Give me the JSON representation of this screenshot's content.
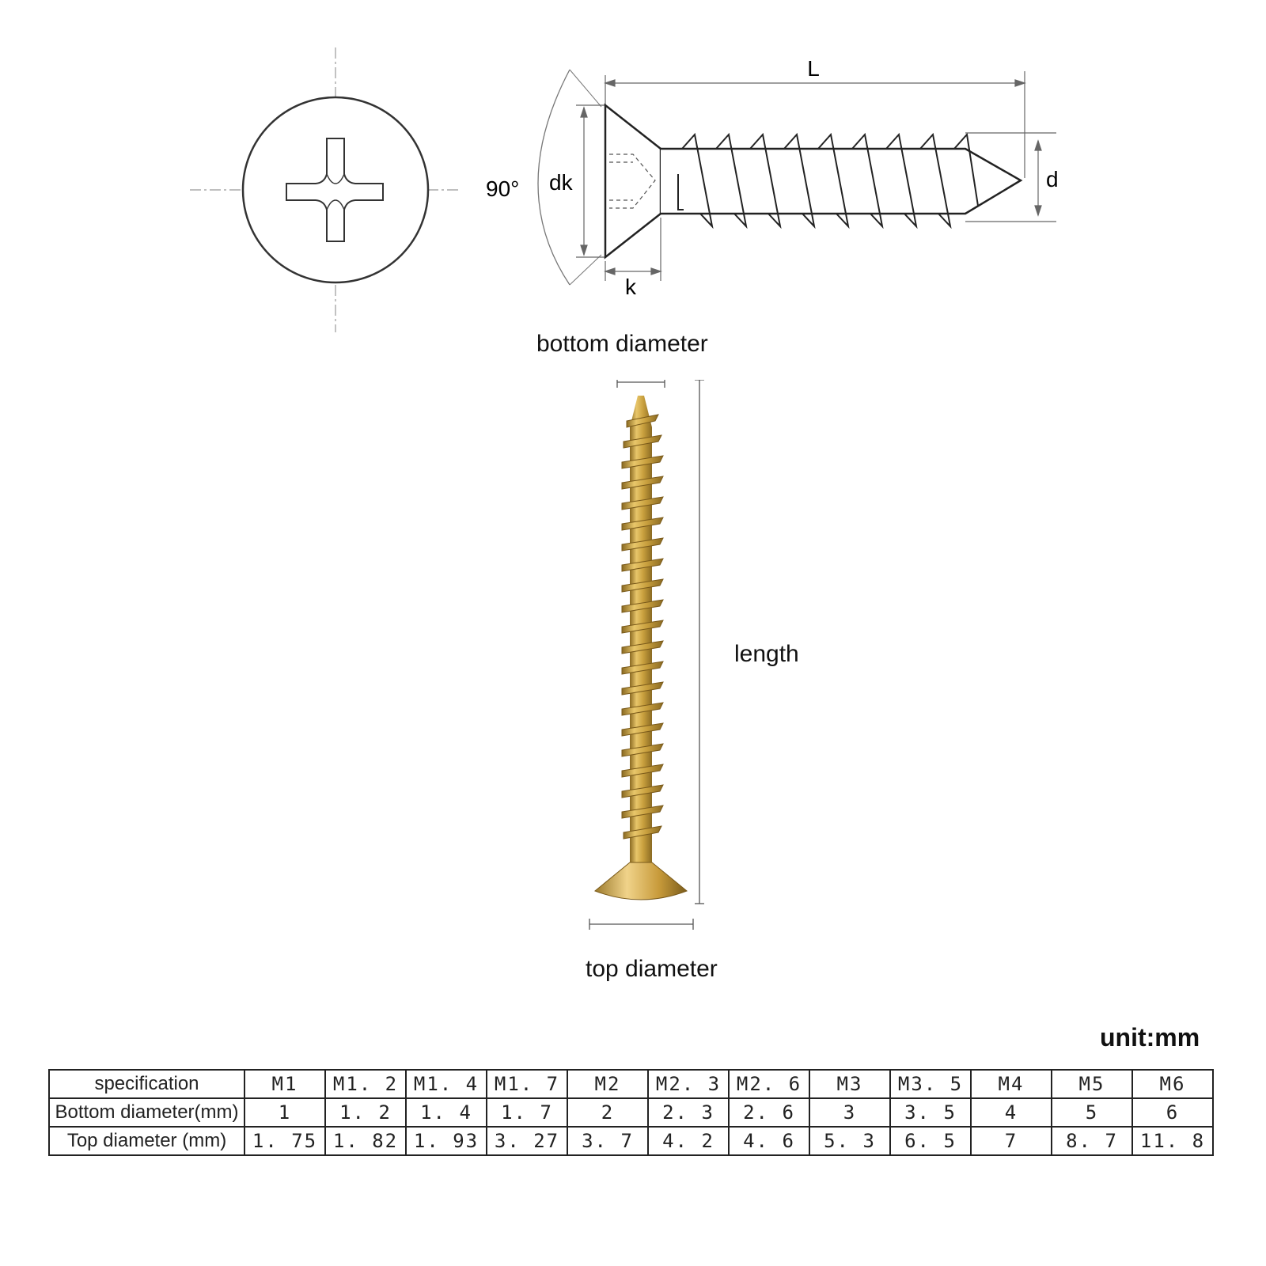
{
  "diagram": {
    "top_view": {
      "name": "phillips-head-top-view"
    },
    "side_view": {
      "labels": {
        "L": "L",
        "angle": "90°",
        "dk": "dk",
        "d": "d",
        "k": "k"
      }
    }
  },
  "photo": {
    "labels": {
      "bottom_diameter": "bottom diameter",
      "length": "length",
      "top_diameter": "top diameter"
    },
    "colors": {
      "brass_light": "#e8c66a",
      "brass_mid": "#c9a03e",
      "brass_dark": "#8a6a22"
    }
  },
  "unit": "unit:mm",
  "table": {
    "header_label": "specification",
    "columns": [
      "M1",
      "M1. 2",
      "M1. 4",
      "M1. 7",
      "M2",
      "M2. 3",
      "M2. 6",
      "M3",
      "M3. 5",
      "M4",
      "M5",
      "M6"
    ],
    "rows": [
      {
        "label": "Bottom diameter(mm)",
        "values": [
          "1",
          "1. 2",
          "1. 4",
          "1. 7",
          "2",
          "2. 3",
          "2. 6",
          "3",
          "3. 5",
          "4",
          "5",
          "6"
        ]
      },
      {
        "label": "Top diameter (mm)",
        "values": [
          "1. 75",
          "1. 82",
          "1. 93",
          "3. 27",
          "3. 7",
          "4. 2",
          "4. 6",
          "5. 3",
          "6. 5",
          "7",
          "8. 7",
          "11. 8"
        ]
      }
    ]
  }
}
